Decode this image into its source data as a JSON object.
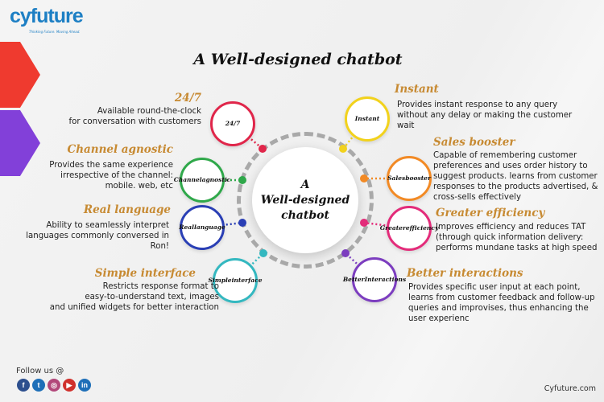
{
  "brand": {
    "logo": "cyfuture",
    "tagline": "Thinking Future. Moving Ahead.",
    "site": "Cyfuture.com"
  },
  "title": "A Well-designed chatbot",
  "center": {
    "lines": [
      "A",
      "Well-designed",
      "chatbot"
    ]
  },
  "features": [
    {
      "id": "24-7",
      "heading": "24/7",
      "circle": [
        "24/7"
      ],
      "color": "#e0264a",
      "lines": [
        "Available round-the-clock",
        "for conversation with customers"
      ]
    },
    {
      "id": "channel-agnostic",
      "heading": "Channel agnostic",
      "circle": [
        "Channel",
        "agnostic"
      ],
      "color": "#2fa84a",
      "lines": [
        "Provides the same experience",
        "irrespective of the channel:",
        "mobile. web, etc"
      ]
    },
    {
      "id": "real-language",
      "heading": "Real language",
      "circle": [
        "Real",
        "language"
      ],
      "color": "#2a3fb5",
      "lines": [
        "Ability to seamlessly interpret",
        "languages commonly conversed in",
        "Ron!"
      ]
    },
    {
      "id": "simple-interface",
      "heading": "Simple interface",
      "circle": [
        "Simple",
        "interface"
      ],
      "color": "#34b8c0",
      "lines": [
        "Restricts response format to",
        "easy-to-understand text, images",
        "and unified widgets for better interaction"
      ]
    },
    {
      "id": "instant",
      "heading": "Instant",
      "circle": [
        "Instant"
      ],
      "color": "#f2d21c",
      "lines": [
        "Provides instant response to any query",
        "without any delay or making the customer",
        "wait"
      ]
    },
    {
      "id": "sales-booster",
      "heading": "Sales booster",
      "circle": [
        "Sales",
        "booster"
      ],
      "color": "#f28a25",
      "lines": [
        "Capable of remembering customer",
        "preferences and uses order history to",
        "suggest products. learns from customer",
        "responses to the products advertised, &",
        "cross-sells effectively"
      ]
    },
    {
      "id": "greater-efficiency",
      "heading": "Greater efficiency",
      "circle": [
        "Greater",
        "efficiency"
      ],
      "color": "#e32c7a",
      "lines": [
        "Improves efficiency and reduces TAT",
        "(through quick information delivery:",
        "performs mundane tasks at high speed"
      ]
    },
    {
      "id": "better-interactions",
      "heading": "Better interactions",
      "circle": [
        "Better",
        "Interactions"
      ],
      "color": "#7c3dbf",
      "lines": [
        "Provides specific user input at each point,",
        "learns from customer feedback and follow-up",
        "queries and improvises, thus enhancing the",
        "user experienc"
      ]
    }
  ],
  "footer": {
    "follow": "Follow us @",
    "social": [
      {
        "name": "facebook",
        "glyph": "f",
        "color": "#2d4f8e"
      },
      {
        "name": "twitter",
        "glyph": "t",
        "color": "#1e6fb8"
      },
      {
        "name": "instagram",
        "glyph": "◎",
        "color": "#b2477a"
      },
      {
        "name": "youtube",
        "glyph": "▶",
        "color": "#d0312d"
      },
      {
        "name": "linkedin",
        "glyph": "in",
        "color": "#1e6fb8"
      }
    ]
  }
}
